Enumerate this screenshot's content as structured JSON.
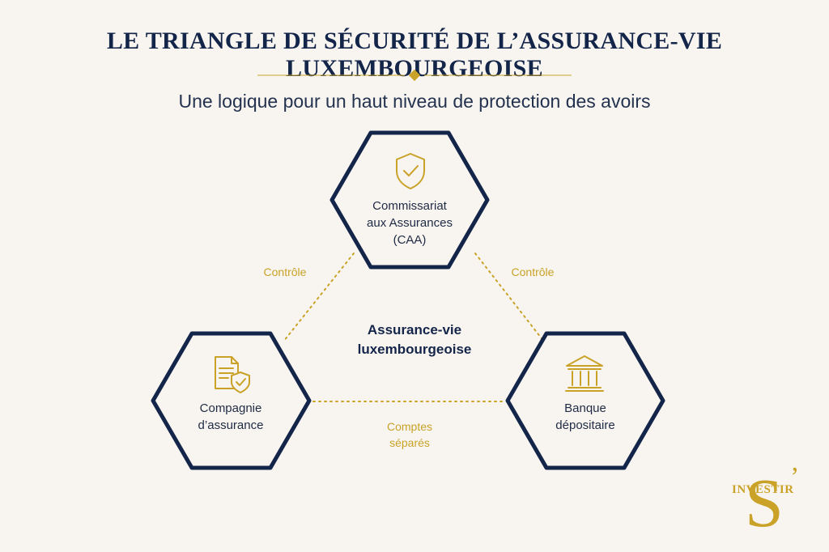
{
  "header": {
    "title": "LE TRIANGLE DE SÉCURITÉ DE L’ASSURANCE-VIE LUXEMBOURGEOISE",
    "subtitle": "Une logique pour un haut niveau de protection des avoirs"
  },
  "colors": {
    "navy": "#14254a",
    "gold": "#c9a227",
    "background": "#f8f5f0"
  },
  "diagram": {
    "center_label": "Assurance-vie luxembourgeoise",
    "nodes": [
      {
        "id": "caa",
        "lines": [
          "Commissariat",
          "aux Assurances",
          "(CAA)"
        ],
        "icon": "shield-check-icon"
      },
      {
        "id": "compagnie",
        "lines": [
          "Compagnie",
          "d’assurance"
        ],
        "icon": "document-shield-icon"
      },
      {
        "id": "banque",
        "lines": [
          "Banque",
          "dépositaire"
        ],
        "icon": "bank-building-icon"
      }
    ],
    "edges": {
      "left": "Contrôle",
      "right": "Contrôle",
      "bottom_line1": "Comptes",
      "bottom_line2": "séparés"
    }
  },
  "logo": {
    "letter": "S",
    "apostrophe": "’",
    "text": "INVESTIR"
  }
}
